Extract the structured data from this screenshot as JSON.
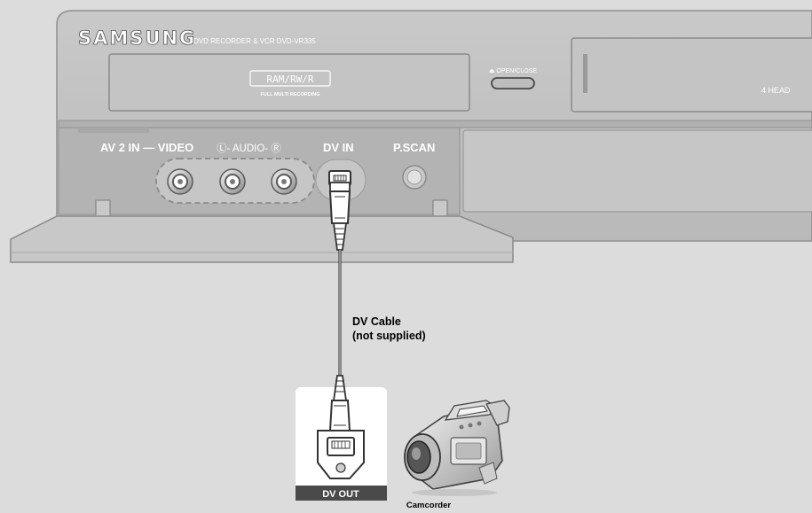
{
  "device": {
    "brand": "SAMSUNG",
    "model_line": "DVD RECORDER & VCR  DVD-VR335",
    "disc_logo": "RAM/RW/R",
    "disc_subtitle": "FULL MULTI RECORDING",
    "open_close_label": "⏏ OPEN/CLOSE",
    "heads_label": "4 HEAD"
  },
  "front_panel": {
    "av2_label": "AV 2 IN — VIDEO",
    "audio_label": "Ⓛ- AUDIO- Ⓡ",
    "dv_in_label": "DV IN",
    "pscan_label": "P.SCAN"
  },
  "cable": {
    "label_line1": "DV Cable",
    "label_line2": "(not supplied)"
  },
  "camcorder": {
    "port_label": "DV OUT",
    "device_label": "Camcorder"
  }
}
